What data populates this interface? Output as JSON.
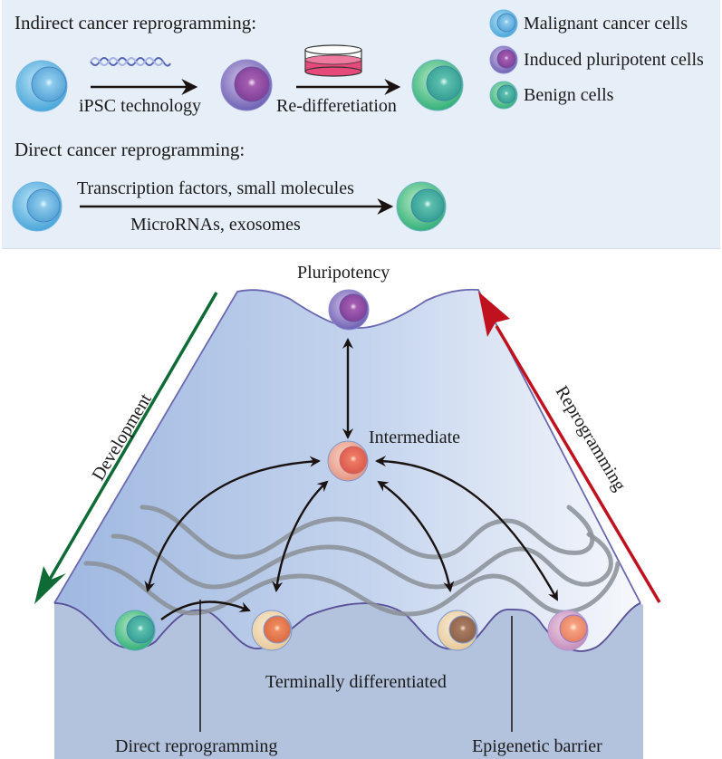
{
  "top_panel": {
    "indirect": {
      "heading": "Indirect cancer reprogramming:",
      "step1_label": "iPSC technology",
      "step1_icon": "dna-helix-icon",
      "step2_label": "Re-differetiation",
      "step2_icon": "petri-dish-icon",
      "sequence": [
        "malignant",
        "induced_pluripotent",
        "benign"
      ]
    },
    "direct": {
      "heading": "Direct cancer reprogramming:",
      "label_above": "Transcription factors, small molecules",
      "label_below": "MicroRNAs, exosomes",
      "sequence": [
        "malignant",
        "benign"
      ]
    },
    "legend": [
      {
        "key": "malignant",
        "label": "Malignant cancer cells",
        "color": "#5fb0e0"
      },
      {
        "key": "induced_pluripotent",
        "label": "Induced pluripotent cells",
        "color": "#8a5aa8"
      },
      {
        "key": "benign",
        "label": "Benign cells",
        "color": "#4fbf9a"
      }
    ]
  },
  "landscape": {
    "top_label": "Pluripotency",
    "middle_label": "Intermediate",
    "bottom_label": "Terminally differentiated",
    "left_arrow_label": "Development",
    "right_arrow_label": "Reprogramming",
    "callout_left": "Direct reprogramming",
    "callout_right": "Epigenetic barrier",
    "colors": {
      "development_arrow": "#0e6b35",
      "reprogramming_arrow": "#c0121e",
      "landscape_fill": "#a8bfe3",
      "base_fill": "#b3c3dd",
      "outline": "#6a68b0",
      "ridges": "#8a8f96"
    },
    "terminal_cells": [
      "green",
      "orange",
      "brown",
      "pink"
    ]
  }
}
